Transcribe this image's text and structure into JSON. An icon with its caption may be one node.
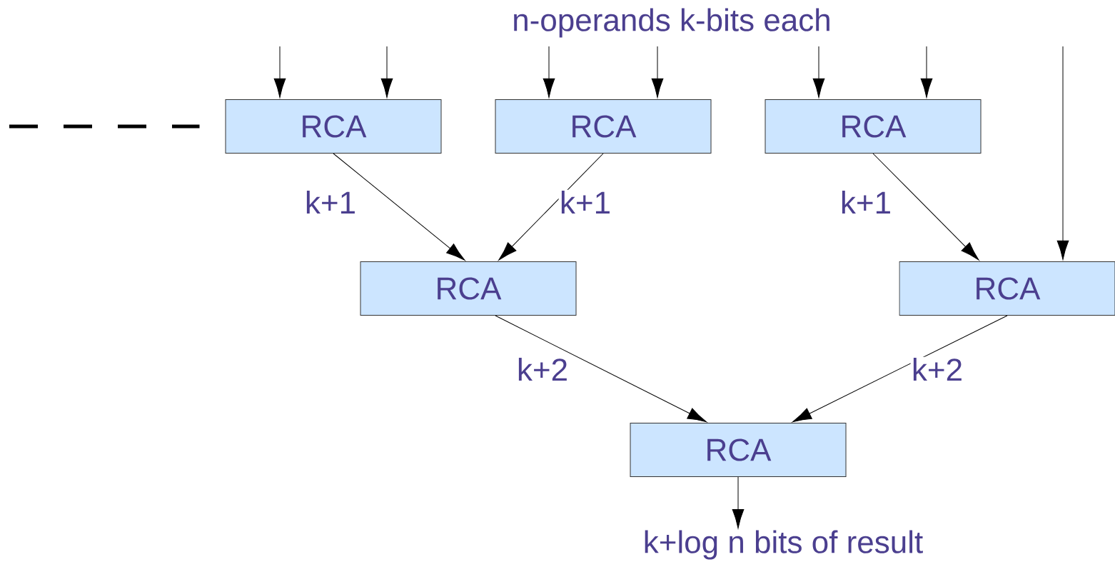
{
  "diagram": {
    "title": "n-operands k-bits each",
    "nodes": [
      {
        "text": [
          "RCA"
        ]
      },
      {
        "text": [
          "RCA"
        ]
      },
      {
        "text": [
          "RCA"
        ]
      },
      {
        "text": [
          "RCA"
        ]
      },
      {
        "text": [
          "RCA"
        ]
      },
      {
        "text": [
          "RCA"
        ]
      },
      {
        "text": [
          "k+log n bits of result"
        ]
      }
    ],
    "edges": [
      {
        "from": null,
        "to": 0,
        "arrow": "none",
        "style": "dashed"
      },
      {
        "from": null,
        "to": 0,
        "arrow": "to"
      },
      {
        "from": null,
        "to": 0,
        "arrow": "to"
      },
      {
        "from": null,
        "to": 1,
        "arrow": "to"
      },
      {
        "from": null,
        "to": 1,
        "arrow": "to"
      },
      {
        "from": null,
        "to": 2,
        "arrow": "to"
      },
      {
        "from": null,
        "to": 2,
        "arrow": "to"
      },
      {
        "from": null,
        "to": 4,
        "arrow": "to"
      },
      {
        "from": 0,
        "to": 3,
        "arrow": "to",
        "label": "k+1"
      },
      {
        "from": 1,
        "to": 3,
        "arrow": "to",
        "label": "k+1"
      },
      {
        "from": 2,
        "to": 4,
        "arrow": "to",
        "label": "k+1"
      },
      {
        "from": 3,
        "to": 5,
        "arrow": "to",
        "label": "k+2"
      },
      {
        "from": 4,
        "to": 5,
        "arrow": "to",
        "label": "k+2"
      },
      {
        "from": 5,
        "to": 6,
        "arrow": "to"
      }
    ]
  }
}
